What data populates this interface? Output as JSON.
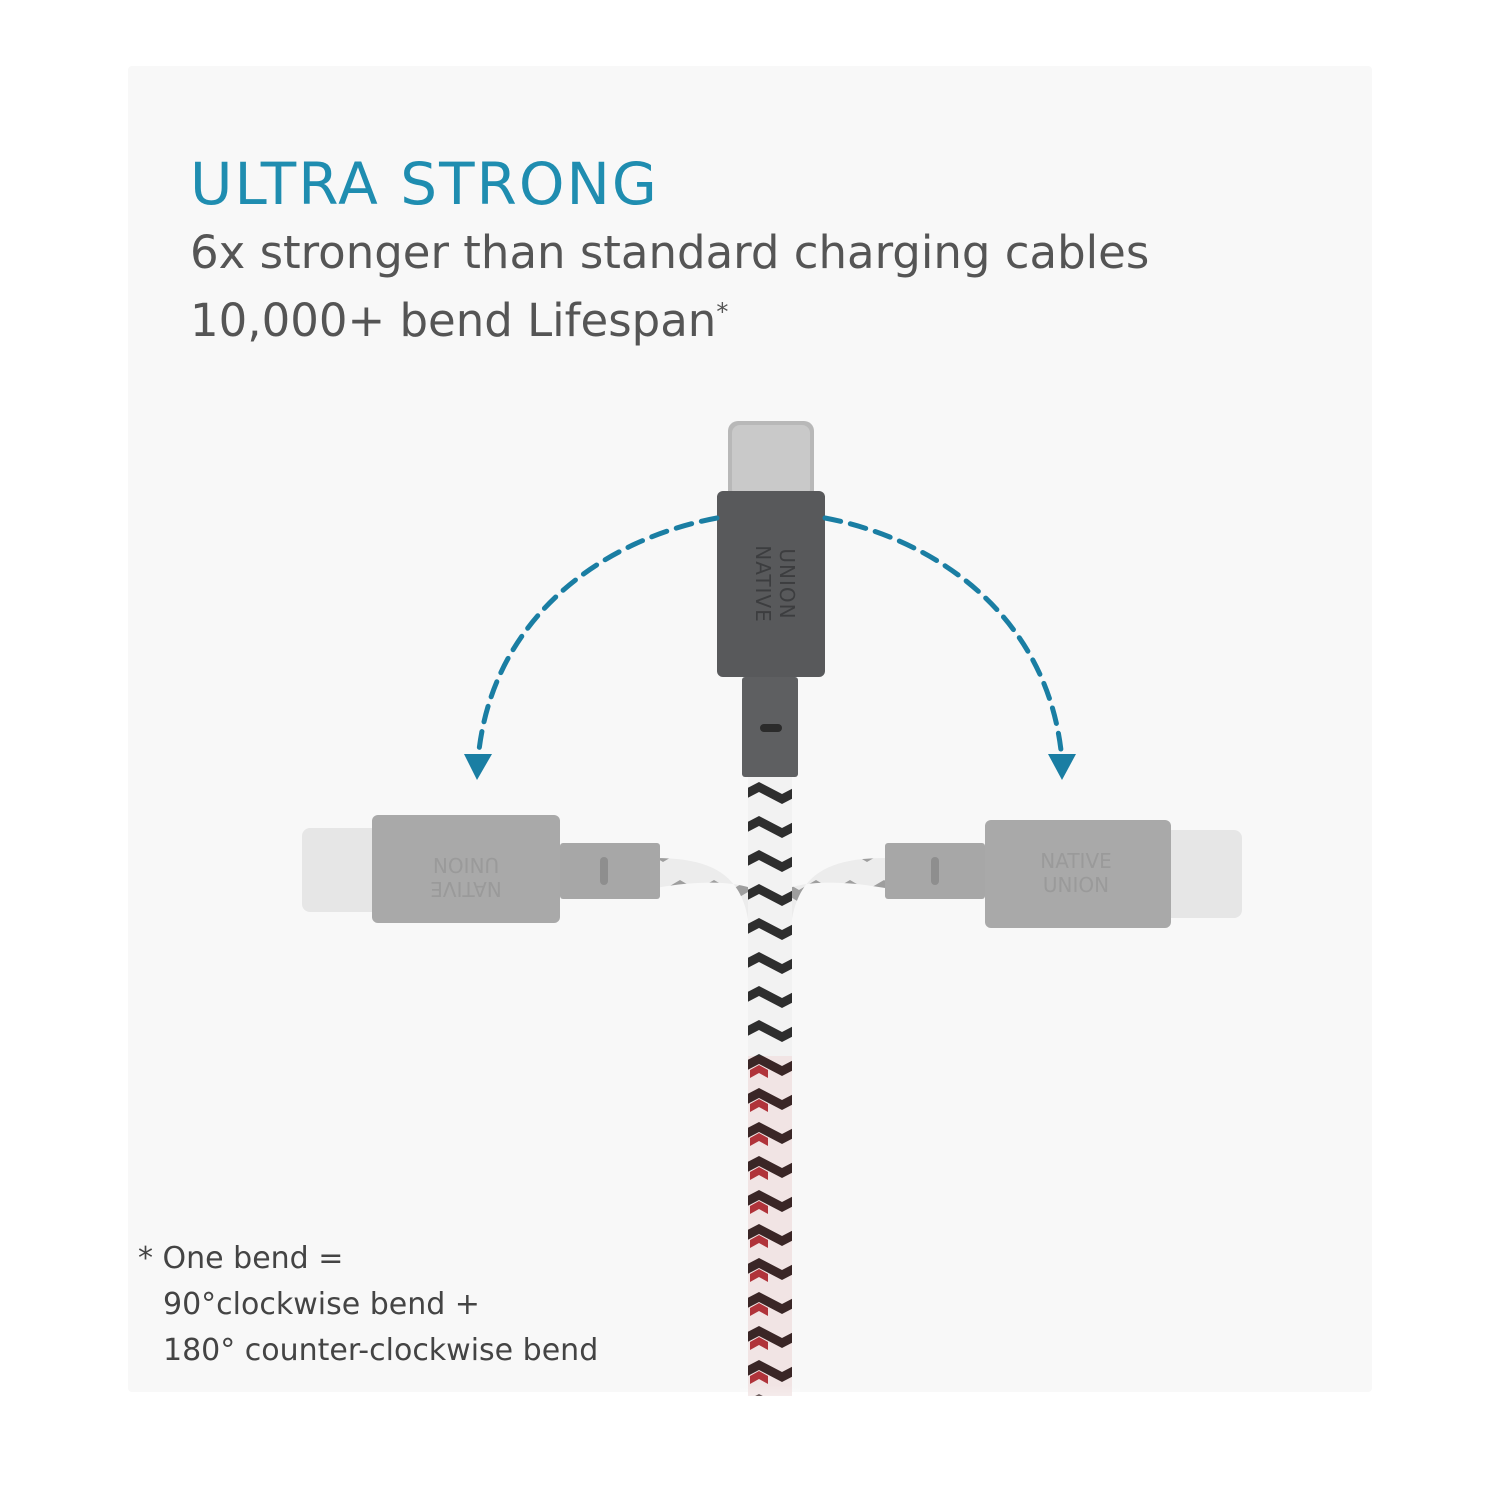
{
  "headline": "ULTRA STRONG",
  "subheadings": [
    "6x stronger than standard charging cables",
    "10,000+ bend Lifespan"
  ],
  "lifespan_marker": "*",
  "footnote": {
    "marker": "*",
    "lines": [
      "One bend =",
      "90°clockwise bend +",
      "180° counter-clockwise bend"
    ]
  },
  "connectors": {
    "top": {
      "brand_line1": "NATIVE",
      "brand_line2": "UNION",
      "color": "#58595b"
    },
    "left": {
      "brand_line1": "NATIVE",
      "brand_line2": "UNION",
      "color": "#a9a9a9"
    },
    "right": {
      "brand_line1": "NATIVE",
      "brand_line2": "UNION",
      "color": "#a9a9a9"
    }
  },
  "colors": {
    "accent": "#1f8db0",
    "arrow": "#1a7ea3",
    "panel": "#f8f8f8",
    "text": "#555555",
    "braid_dark": "#2e2e2e",
    "braid_red": "#b0333a"
  }
}
